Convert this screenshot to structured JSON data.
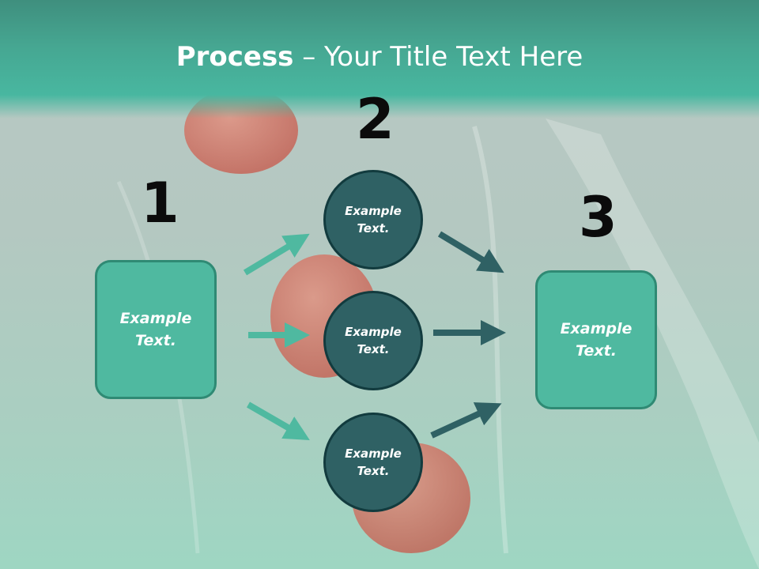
{
  "title": {
    "bold": "Process",
    "rest": " – Your Title Text Here"
  },
  "steps": {
    "one": "1",
    "two": "2",
    "three": "3"
  },
  "left_box": {
    "line1": "Example",
    "line2": "Text."
  },
  "right_box": {
    "line1": "Example",
    "line2": "Text."
  },
  "circles": [
    {
      "line1": "Example",
      "line2": "Text."
    },
    {
      "line1": "Example",
      "line2": "Text."
    },
    {
      "line1": "Example",
      "line2": "Text."
    }
  ],
  "colors": {
    "header": "#48b7a0",
    "box_fill": "#4fb9a0",
    "circle_fill": "#2f6164",
    "arrow_light": "#4fb9a0",
    "arrow_dark": "#2f6164"
  }
}
